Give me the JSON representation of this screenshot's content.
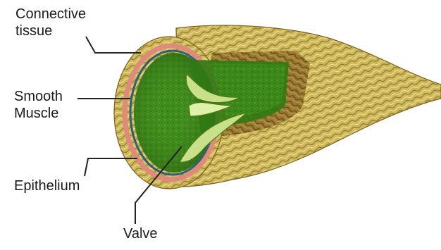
{
  "labels": {
    "connective": [
      "Connective",
      "tissue"
    ],
    "smooth": [
      "Smooth",
      "Muscle"
    ],
    "epithelium": "Epithelium",
    "valve": "Valve"
  },
  "colors": {
    "connective_tissue": "#c9b85a",
    "connective_dark": "#8a6e2a",
    "smooth_muscle": "#e08a7a",
    "epithelium": "#2f5f7a",
    "lumen": "#3f8f1e",
    "valve": "#b9d77a",
    "leader_line": "#222222"
  }
}
